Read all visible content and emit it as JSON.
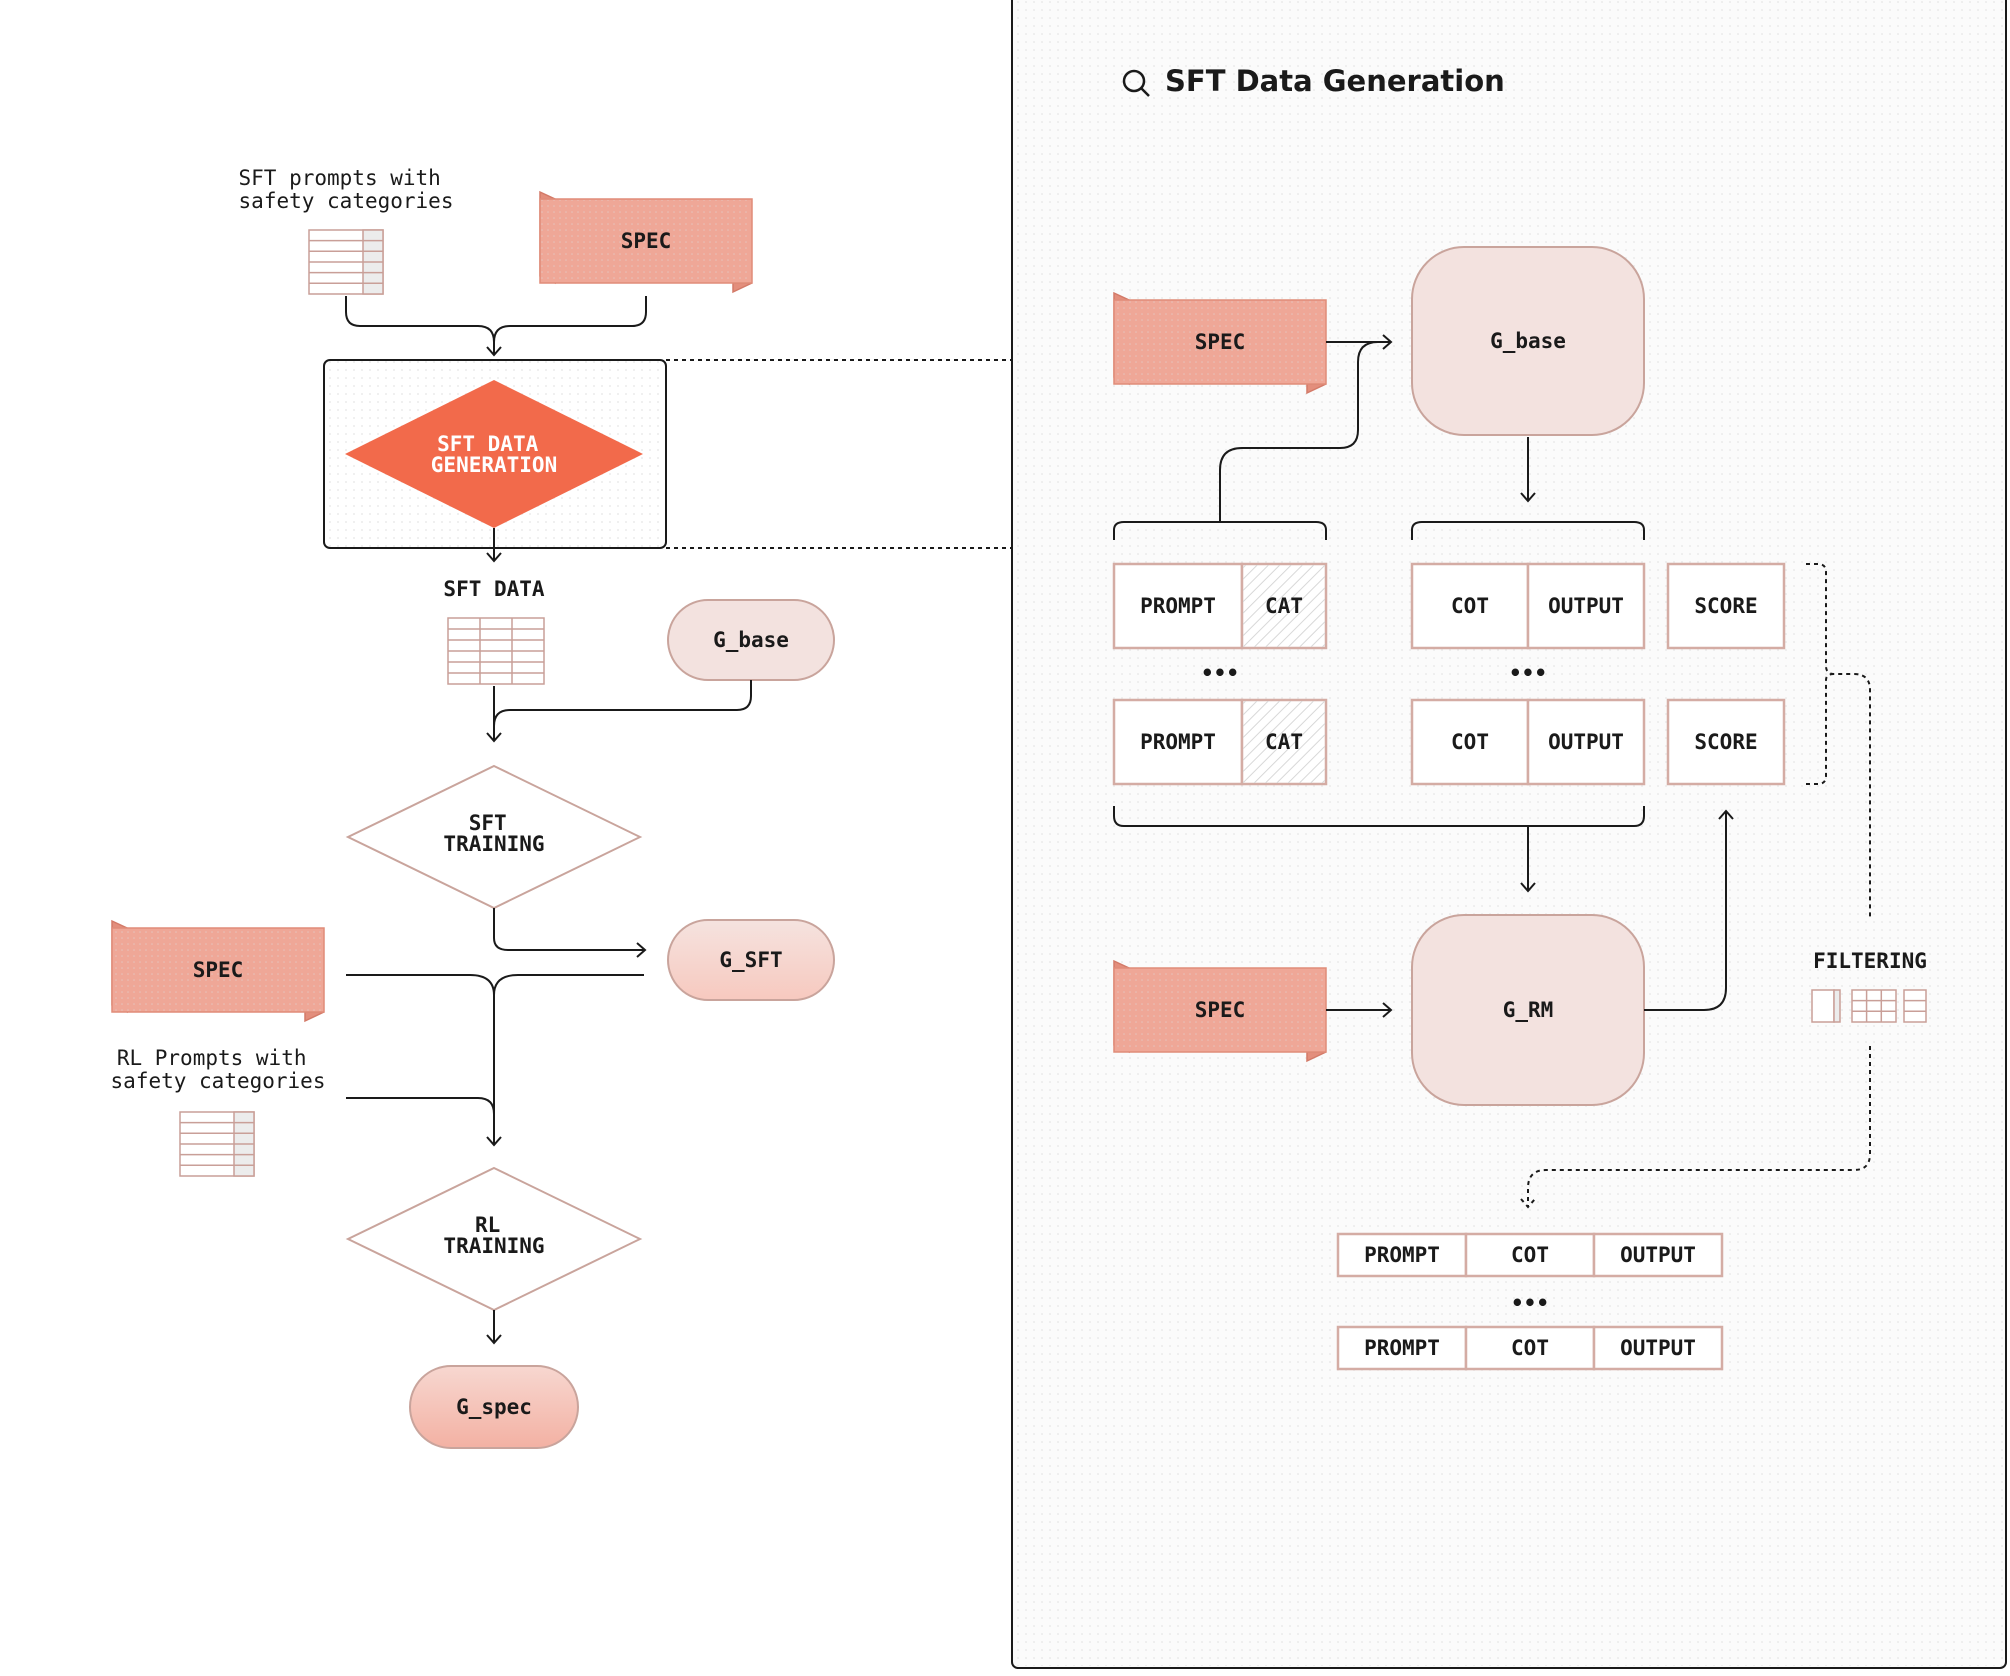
{
  "left_flow": {
    "sft_prompts_caption": [
      "SFT prompts with",
      "safety categories"
    ],
    "spec_top": "SPEC",
    "sft_data_generation": [
      "SFT DATA",
      "GENERATION"
    ],
    "sft_data_label": "SFT DATA",
    "g_base": "G_base",
    "sft_training": [
      "SFT",
      "TRAINING"
    ],
    "spec_mid": "SPEC",
    "g_sft": "G_SFT",
    "rl_prompts_caption": [
      "RL Prompts with",
      "safety categories"
    ],
    "rl_training": [
      "RL",
      "TRAINING"
    ],
    "g_spec": "G_spec"
  },
  "detail_panel": {
    "title": "SFT Data Generation",
    "title_icon": "search-icon",
    "spec_top": "SPEC",
    "g_base": "G_base",
    "prompt_rows": [
      {
        "prompt": "PROMPT",
        "cat": "CAT"
      },
      {
        "prompt": "PROMPT",
        "cat": "CAT"
      }
    ],
    "completion_rows": [
      {
        "cot": "COT",
        "output": "OUTPUT",
        "score": "SCORE"
      },
      {
        "cot": "COT",
        "output": "OUTPUT",
        "score": "SCORE"
      }
    ],
    "ellipsis": "•••",
    "spec_bottom": "SPEC",
    "g_rm": "G_RM",
    "filtering": "FILTERING",
    "filtered_rows": [
      {
        "prompt": "PROMPT",
        "cot": "COT",
        "output": "OUTPUT"
      },
      {
        "prompt": "PROMPT",
        "cot": "COT",
        "output": "OUTPUT"
      }
    ]
  },
  "colors": {
    "accent": "#f26a4b",
    "spec_fill": "#efa797",
    "spec_fold": "#e38e7c",
    "model_fill": "#f3e2df",
    "model_stroke": "#c9a49c",
    "cell_stroke": "#d4aca4"
  }
}
